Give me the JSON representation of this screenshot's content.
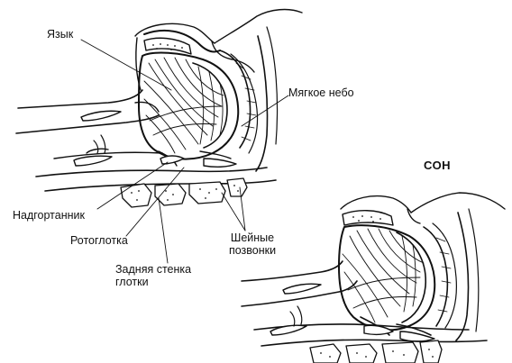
{
  "labels": {
    "tongue": "Язык",
    "soft_palate": "Мягкое небо",
    "epiglottis": "Надгортанник",
    "oropharynx": "Ротоглотка",
    "posterior_wall_line1": "Задняя стенка",
    "posterior_wall_line2": "глотки",
    "vertebrae_line1": "Шейные",
    "vertebrae_line2": "позвонки",
    "sleep": "СОН"
  },
  "colors": {
    "ink": "#111111",
    "background": "#ffffff"
  }
}
